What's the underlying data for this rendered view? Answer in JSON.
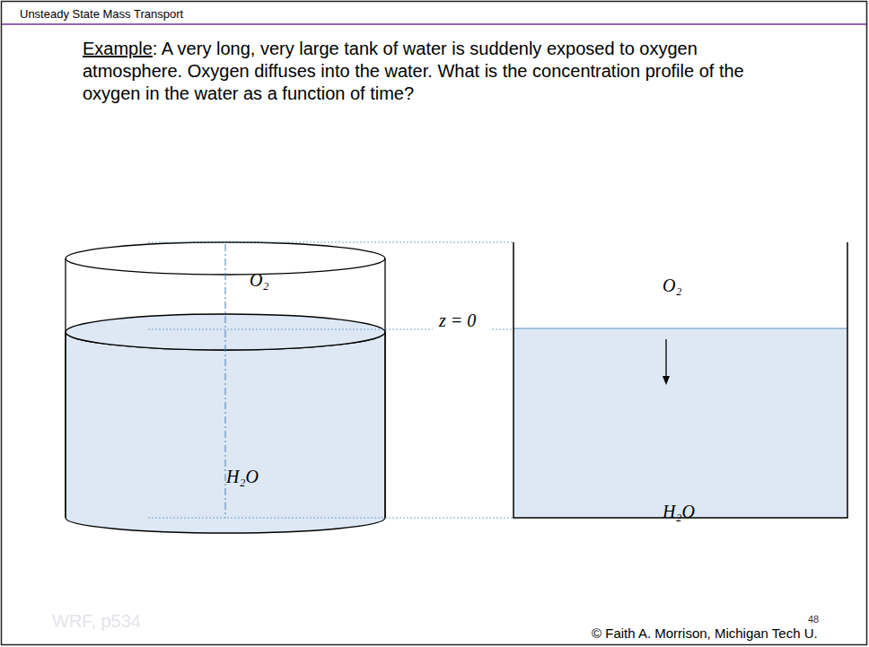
{
  "diagram": {
    "title": "Unsteady State Mass Transport",
    "labels": [
      "Example",
      ": A very long, very large tank of water is suddenly exposed to oxygen atmosphere. Oxygen diffuses into the water. What is the concentration profile of the oxygen in the water as a function of time?",
      "O₂",
      "H₂O",
      "z = 0",
      "O₂",
      "H₂O",
      "WRF, p534",
      "48",
      "© Faith A. Morrison, Michigan Tech U."
    ]
  }
}
